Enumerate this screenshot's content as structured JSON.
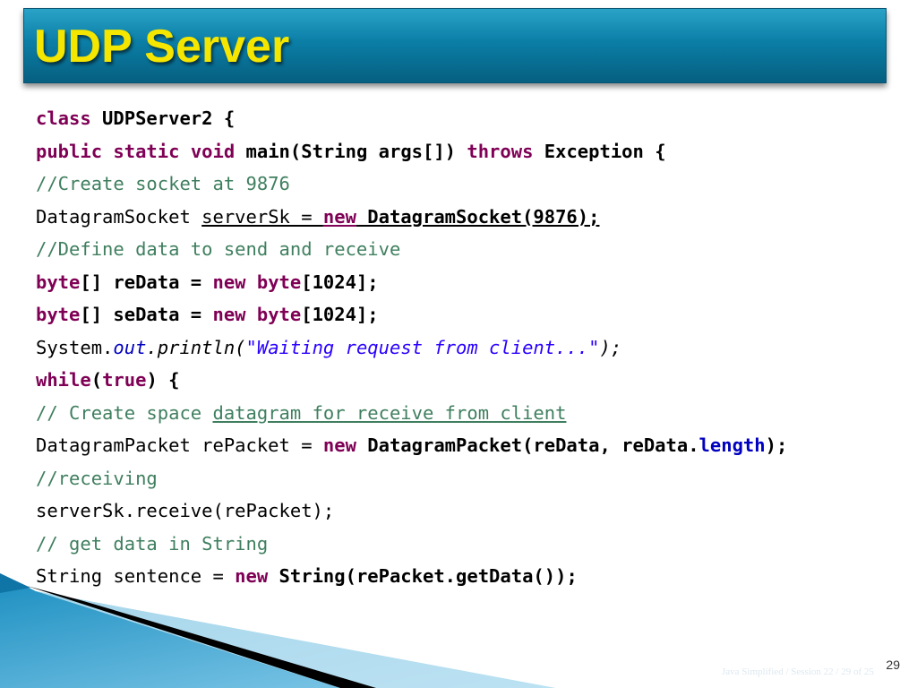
{
  "slide": {
    "title": "UDP Server",
    "page_number": "29",
    "footer": "Java Simplified / Session 22 / 29 of 25"
  },
  "code": {
    "l1": {
      "t1": "class",
      "t2": " UDPServer2 {"
    },
    "l2": {
      "t1": "public",
      "t2": " ",
      "t3": "static",
      "t4": " ",
      "t5": "void",
      "t6": " main(String args[]) ",
      "t7": "throws",
      "t8": " Exception {"
    },
    "l3": {
      "t1": "//Create socket at 9876"
    },
    "l4": {
      "t1": "DatagramSocket ",
      "t2": "serverSk = ",
      "t3": "new",
      "t4": " DatagramSocket(9876);"
    },
    "l5": {
      "t1": "//Define data to send and receive"
    },
    "l6": {
      "t1": "byte",
      "t2": "[] reData = ",
      "t3": "new",
      "t4": " ",
      "t5": "byte",
      "t6": "[1024];"
    },
    "l7": {
      "t1": "byte",
      "t2": "[] seData = ",
      "t3": "new",
      "t4": " ",
      "t5": "byte",
      "t6": "[1024];"
    },
    "l8": {
      "t1": "System.",
      "t2": "out",
      "t3": ".println(",
      "t4": "\"Waiting request from client...\"",
      "t5": ");"
    },
    "l9": {
      "t1": "while",
      "t2": "(",
      "t3": "true",
      "t4": ") {"
    },
    "l10": {
      "t1": "// Create space ",
      "t2": "datagram for receive from client"
    },
    "l11": {
      "t1": "DatagramPacket rePacket = ",
      "t2": "new",
      "t3": " DatagramPacket(reData, reData.",
      "t4": "length",
      "t5": ");"
    },
    "l12": {
      "t1": "//receiving"
    },
    "l13": {
      "t1": "serverSk.receive(rePacket);"
    },
    "l14": {
      "t1": "// get data in String"
    },
    "l15": {
      "t1": "String sentence = ",
      "t2": "new",
      "t3": " String(rePacket.getData());"
    }
  },
  "colors": {
    "title_bar": "#0b7ea6",
    "title_text": "#f5e600",
    "keyword": "#7f0055",
    "comment": "#3f7f5f",
    "string": "#2a00ff",
    "field": "#0000c0"
  }
}
